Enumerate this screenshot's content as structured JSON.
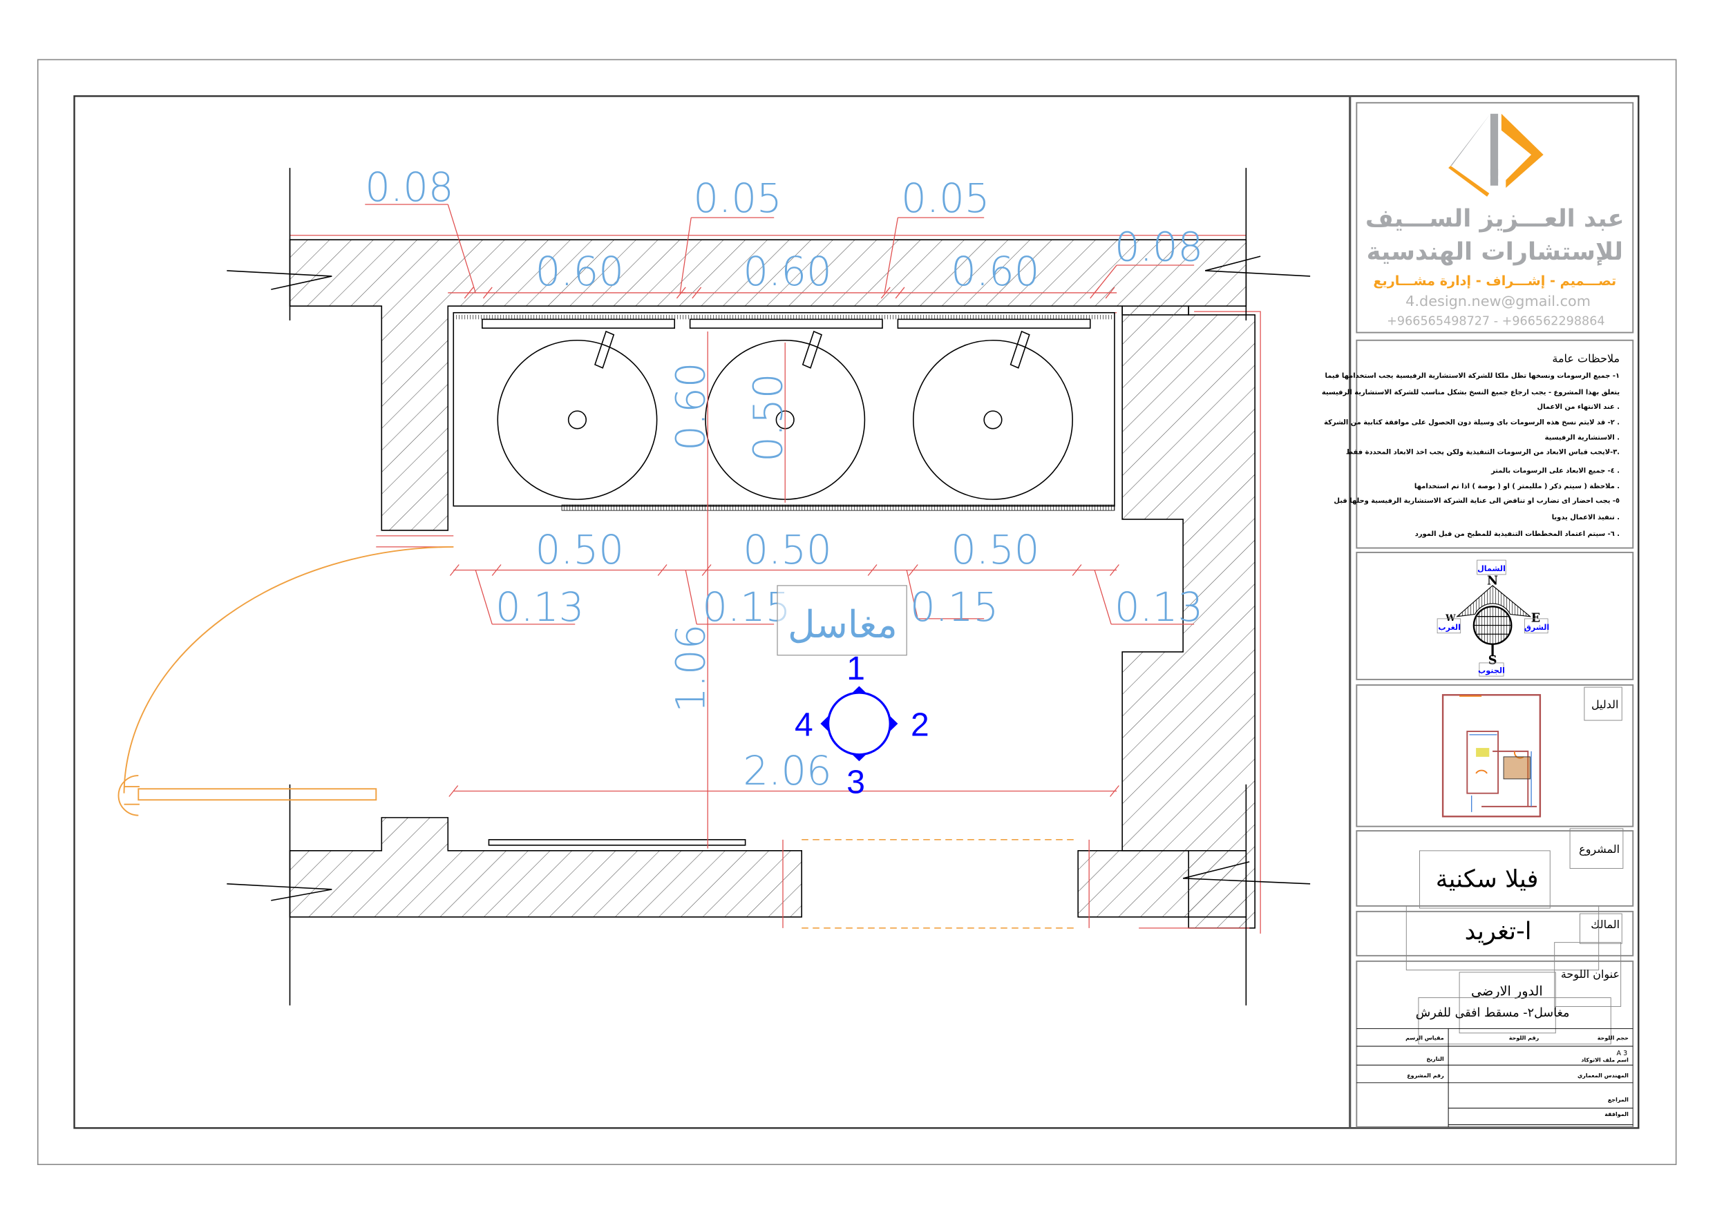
{
  "drawing": {
    "top_dimensions": [
      "0.08",
      "0.05",
      "0.05",
      "0.08",
      "0.60",
      "0.60",
      "0.60"
    ],
    "sink_depth_dimensions": [
      "0.60",
      "0.50"
    ],
    "mid_dimensions": [
      "0.50",
      "0.50",
      "0.50"
    ],
    "offset_dimensions": [
      "0.13",
      "0.15",
      "0.15",
      "0.13"
    ],
    "height_dimension": "1.06",
    "width_dimension": "2.06",
    "room_label": "مغاسل",
    "elevation_marker": [
      "1",
      "2",
      "3",
      "4"
    ],
    "colors": {
      "dimension": "#6aa8de",
      "elevation": "#0000ff",
      "door": "#f0a040",
      "wall_line": "#e05050"
    }
  },
  "title_block": {
    "logo": {
      "mark": "4D",
      "company_line1": "عبد العـــزيز الســـيف",
      "company_line2": "للإستشارات الهندسية",
      "services": "تصـــميم - إشـــراف - إدارة مشـــاريع",
      "email": "4.design.new@gmail.com",
      "phones": "+966565498727 - +966562298864",
      "colors": {
        "gray": "#a6a8ab",
        "orange": "#f7a01d"
      }
    },
    "notes_title": "ملاحظات عامة",
    "notes": [
      "١- جميع الرسومات ونسخها تظل ملكا للشركة الاستشارية الرفيسية يجب استخدامها فيما",
      "يتعلق بهذا المشروع - يجب ارجاع جميع النسخ بشكل مناسب للشركة الاستشارية الرفيسية",
      "عند الانتهاء من الاعمال .",
      "٢- قد لايتم نسخ هذه الرسومات باى وسيلة دون الحصول على موافقة كتابية من الشركة .",
      "الاستشارية الرفيسية .",
      "٣-لايجب قياس الابعاد من الرسومات التنفيذية ولكن يجب اخذ الابعاد المحددة فقط.",
      "٤- جميع الابعاد على الرسومات بالمتر .",
      "ملاحظة ( سيتم ذكر ( ملليمتر ) او ( بوصة ) اذا تم استخدامها .",
      "٥- يجب احضار اى تضارب او تناقض الى عناية الشركة الاستشارية الرفيسية وحلها قبل",
      "تنفيذ الاعمال يدويا .",
      "٦- سيتم اعتماد المخططات التنفيذية للمطبخ من قبل المورد ."
    ],
    "compass": {
      "N": "N",
      "S": "S",
      "E": "E",
      "W": "W",
      "north": "الشمال",
      "south": "الجنوب",
      "east": "الشرق",
      "west": "الغرب"
    },
    "key_plan_label": "الدليل",
    "project_label": "المشروع",
    "project_value": "فيلا سكنية",
    "owner_label": "المالك",
    "owner_value": "ا-تغريد",
    "sheet_title_label": "عنوان اللوحة",
    "sheet_title_line1": "الدور الارضى",
    "sheet_title_line2": "مغاسل٢- مسقط افقى للفرش",
    "table": {
      "scale": "مقياس الرسم",
      "sheet_no": "رقم اللوحة",
      "sheet_size": "حجم اللوحة",
      "sheet_size_value": "A 3",
      "date": "التاريخ",
      "project_no": "رقم المشروع",
      "file_name": "اسم ملف الاتوكاد",
      "architect": "المهندس المعماري",
      "reviewer": "المراجع",
      "approval": "الموافقة"
    }
  }
}
